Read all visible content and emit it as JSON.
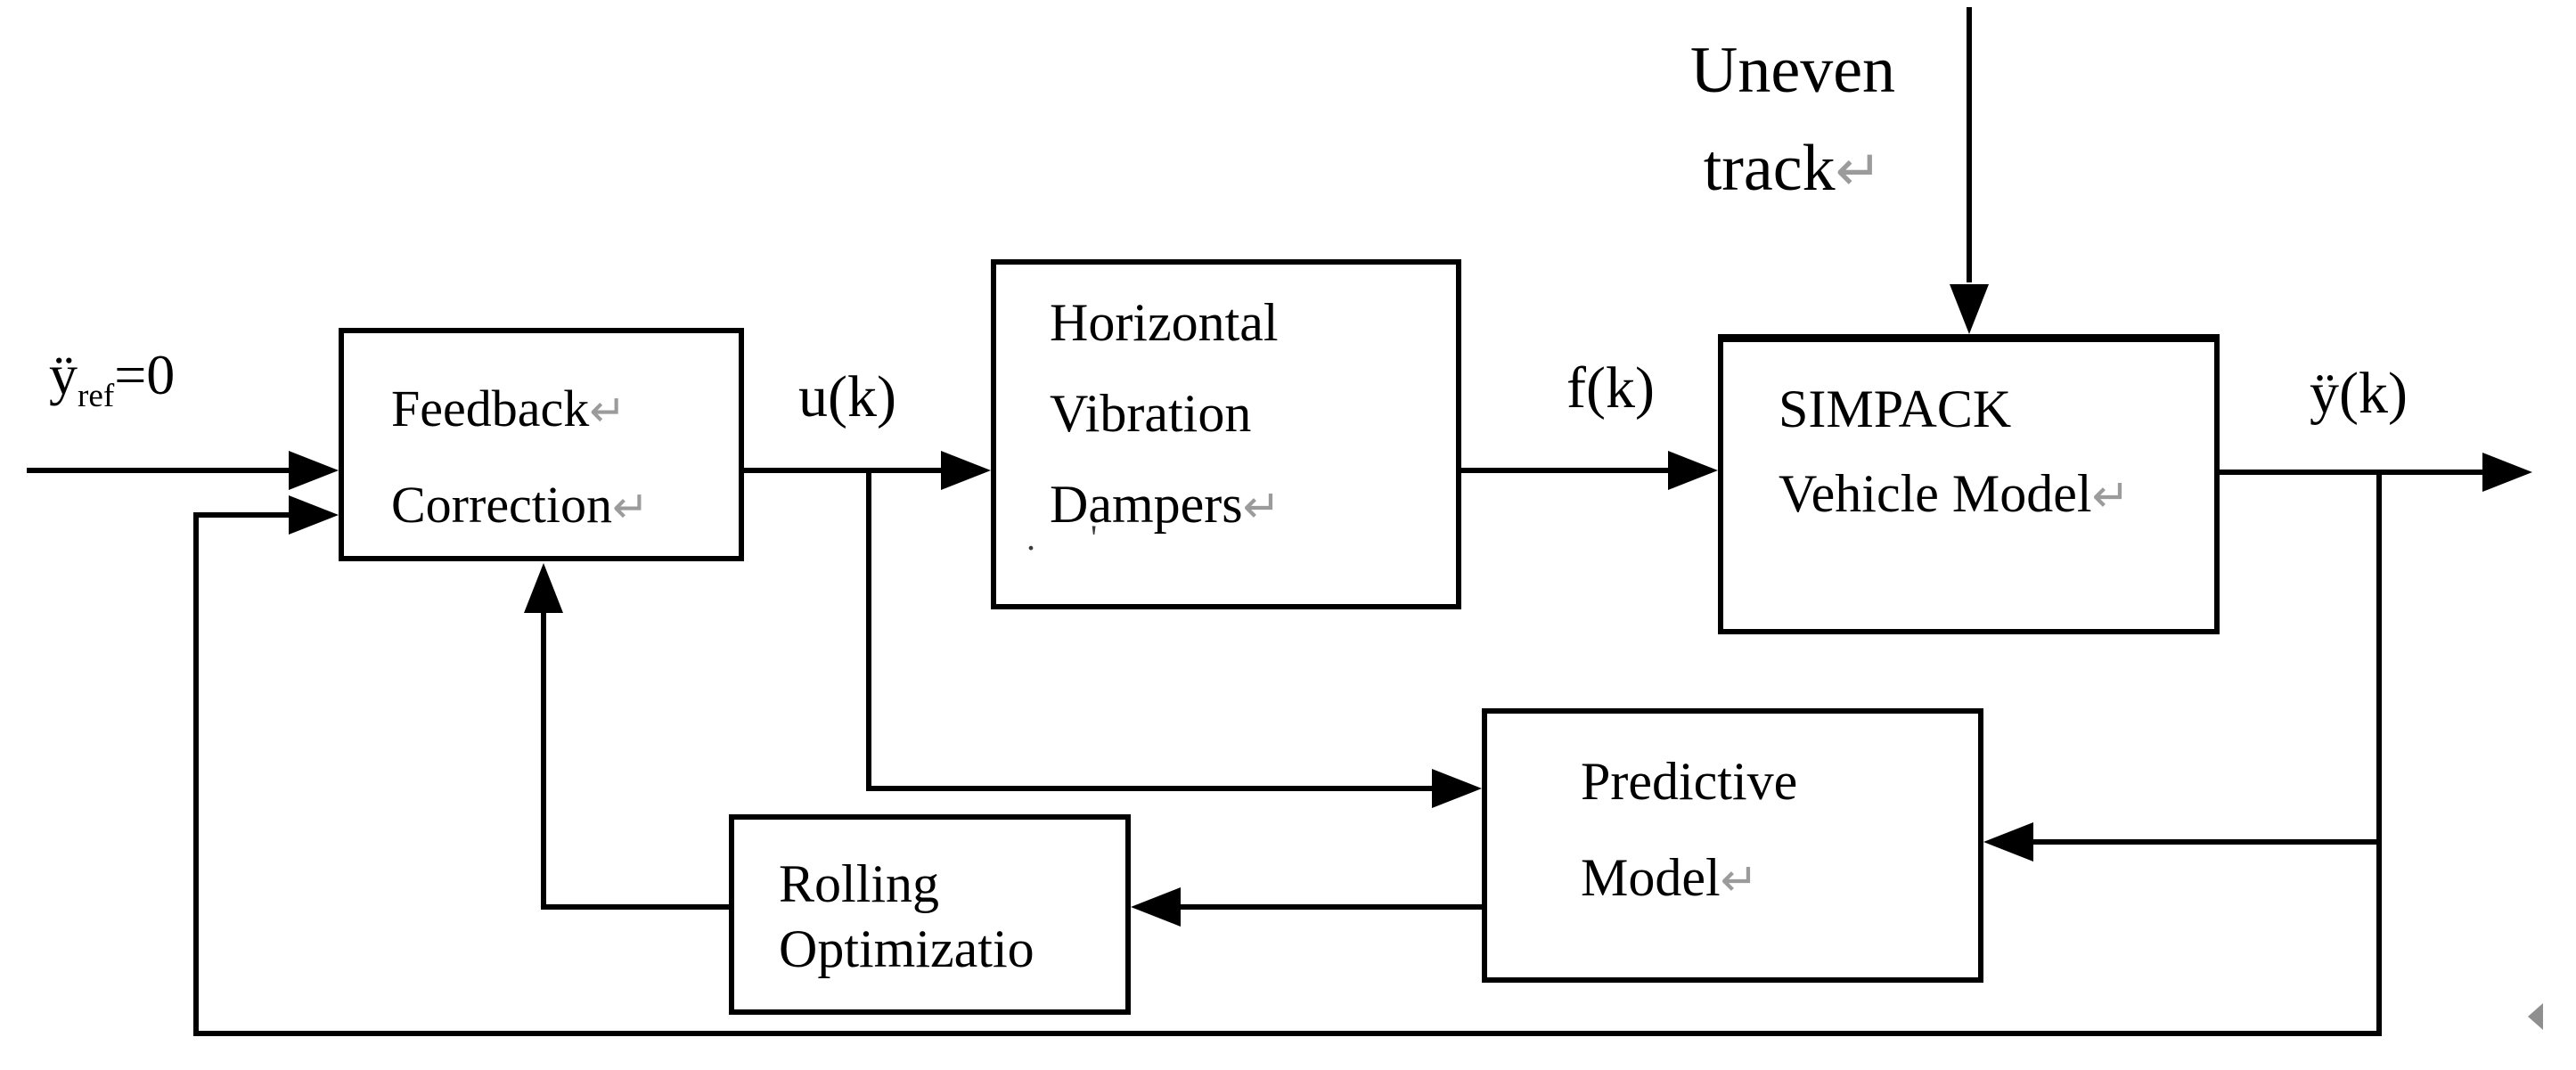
{
  "glyphs": {
    "return_mark": "↵",
    "remnant_marks": ". '"
  },
  "labels": {
    "reference": {
      "base": "ÿ",
      "sub": "ref",
      "eq": "=0"
    },
    "u": "u(k)",
    "f": "f(k)",
    "y_out": "ÿ(k)",
    "disturbance": {
      "line1": "Uneven",
      "line2": "track"
    }
  },
  "blocks": {
    "feedback_correction": {
      "line1": "Feedback",
      "line2": "Correction"
    },
    "horizontal_vibration_dampers": {
      "line1": "Horizontal",
      "line2": "Vibration",
      "line3": "Dampers"
    },
    "simpack": {
      "line1": "SIMPACK",
      "line2": "Vehicle Model"
    },
    "predictive_model": {
      "line1": "Predictive",
      "line2": "Model"
    },
    "rolling_optimization": {
      "line1": "Rolling",
      "line2": "Optimizatio"
    }
  },
  "colors": {
    "ink": "#000000",
    "return_mark": "#9b9b9b",
    "background": "#ffffff",
    "stray_mark": "#8f8f8f"
  }
}
